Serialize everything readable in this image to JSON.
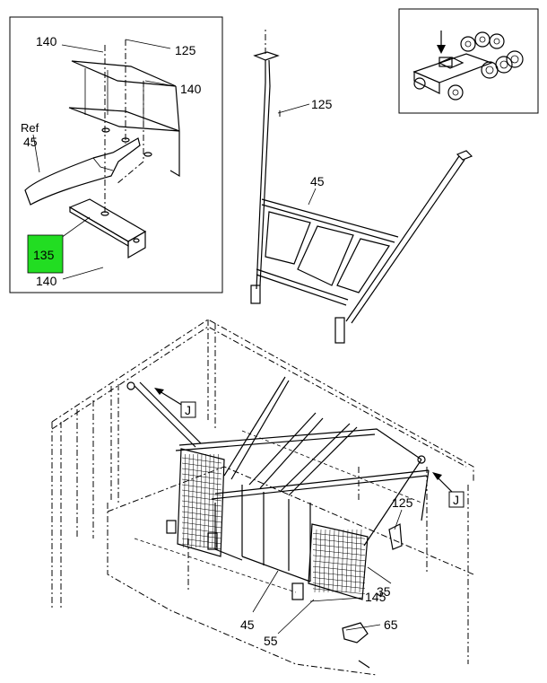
{
  "colors": {
    "highlight": "#22dd22",
    "line": "#000000",
    "background": "#ffffff"
  },
  "detail": {
    "labels": {
      "c140a": "140",
      "c125a": "125",
      "c140b": "140",
      "ref": "Ref",
      "c45": "45",
      "c135": "135",
      "c140c": "140"
    }
  },
  "frame": {
    "labels": {
      "c125": "125",
      "c45": "45"
    }
  },
  "main": {
    "labels": {
      "j1": "J",
      "j2": "J",
      "c125": "125",
      "c35": "35",
      "c145": "145",
      "c65": "65",
      "c45": "45",
      "c55": "55"
    }
  }
}
